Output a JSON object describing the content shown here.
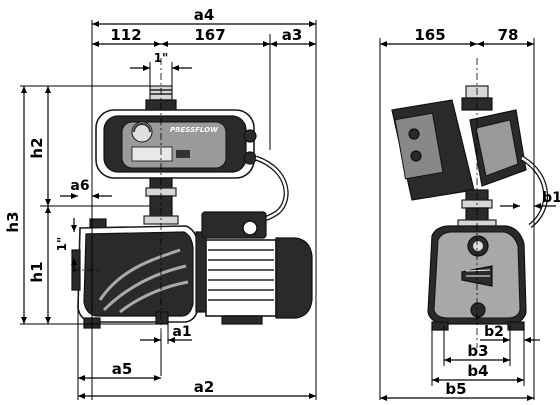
{
  "dimensions": {
    "a4": "a4",
    "d112": "112",
    "d167": "167",
    "a3": "a3",
    "inch_top": "1\"",
    "h2": "h2",
    "h3": "h3",
    "a6": "a6",
    "inch_side": "1\"",
    "h1": "h1",
    "a1": "a1",
    "a5": "a5",
    "a2": "a2",
    "d165": "165",
    "d78": "78",
    "b1": "b1",
    "b2": "b2",
    "b3": "b3",
    "b4": "b4",
    "b5": "b5"
  }
}
